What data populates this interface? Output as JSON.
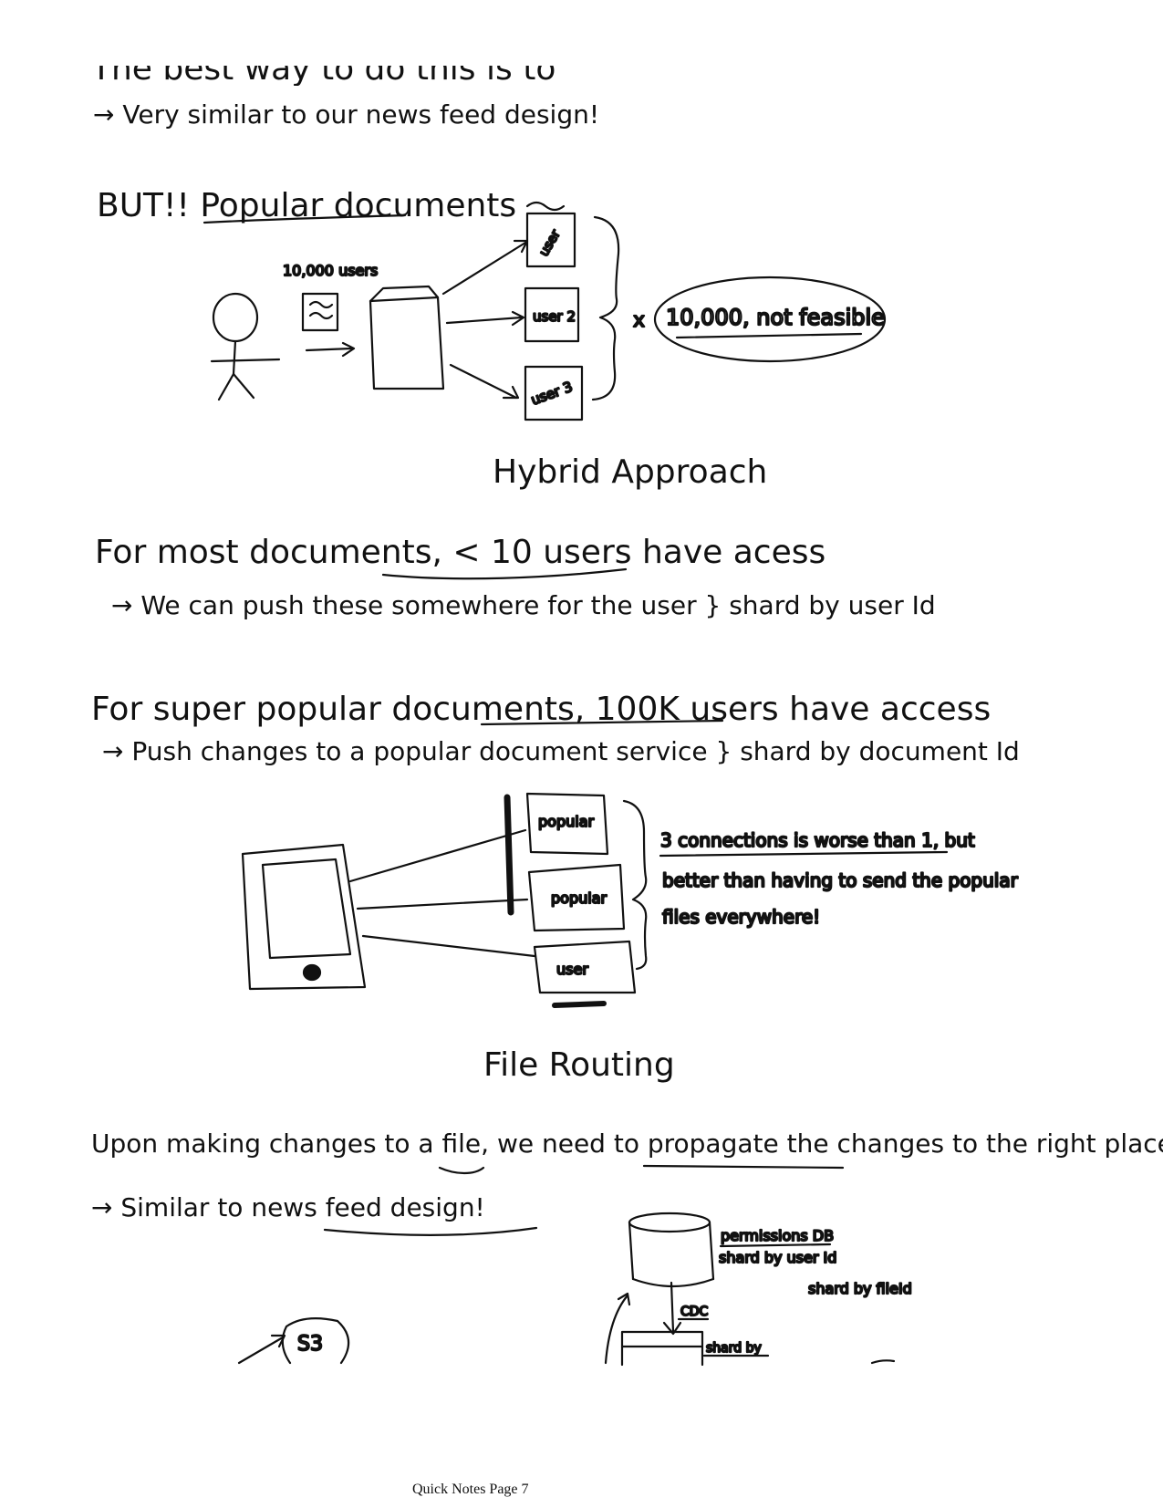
{
  "notes": {
    "line_top": "The best way to do this is to",
    "line_similar_newsfeed": "→ Very similar to our news feed design!",
    "but_popular": "BUT!! Popular documents",
    "hybrid_title": "Hybrid Approach",
    "most_docs": "For most documents, < 10 users have acess",
    "push_somewhere": "→ We can push these somewhere for the user } shard by user Id",
    "super_popular": "For super popular documents, 100K users have access",
    "push_changes": "→ Push changes to a popular document service } shard by document Id",
    "file_routing_title": "File Routing",
    "upon_changes": "Upon making changes to a file, we need to propagate the changes to the right place!",
    "similar_newsfeed2": "→ Similar to news feed design!"
  },
  "diagram1": {
    "users_label": "10,000 users",
    "user_boxes": [
      "user",
      "user 2",
      "user 3"
    ],
    "multiplier": "x",
    "note": "10,000, not feasible"
  },
  "diagram2": {
    "boxes": [
      "popular",
      "popular",
      "user"
    ],
    "note_line1": "3 connections is worse than 1, but",
    "note_line2": "better than having to send the popular",
    "note_line3": "files everywhere!"
  },
  "diagram3": {
    "db_label1": "permissions DB",
    "db_label2": "shard by user Id",
    "shard_file": "shard by fileId",
    "cdc": "CDC",
    "shard_by": "shard by",
    "s3": "S3"
  },
  "footer": {
    "page_label": "Quick Notes Page 7"
  }
}
